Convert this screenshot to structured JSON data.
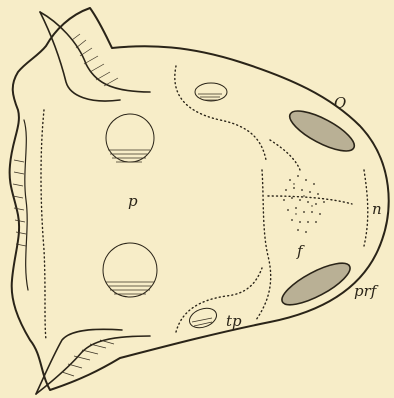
{
  "figure": {
    "labels": {
      "O": "O",
      "p": "p",
      "n": "n",
      "f": "f",
      "prf": "prf",
      "tp": "tp"
    }
  }
}
